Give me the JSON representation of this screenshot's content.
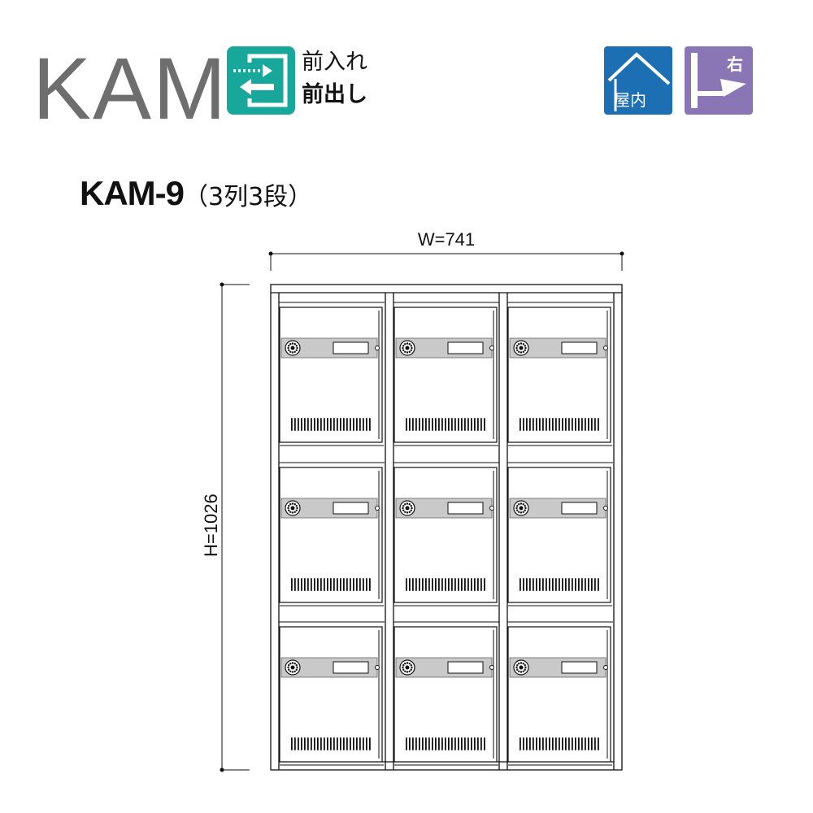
{
  "header": {
    "brand": "KAM",
    "io_line1": "前入れ",
    "io_line2": "前出し",
    "io_icon": "front-in-front-out-icon",
    "indoor_label": "屋内",
    "indoor_icon": "house-indoor-icon",
    "right_label": "右",
    "right_icon": "right-hinge-arrow-icon",
    "colors": {
      "io": "#17a79b",
      "indoor": "#1d6fb4",
      "right": "#8a76b5",
      "brand": "#6e6e6e"
    }
  },
  "model": {
    "name": "KAM-9",
    "config": "（3列3段）"
  },
  "dimensions": {
    "width_label": "W=741",
    "height_label": "H=1026"
  },
  "mailboxes": {
    "columns": 3,
    "rows": 3
  }
}
